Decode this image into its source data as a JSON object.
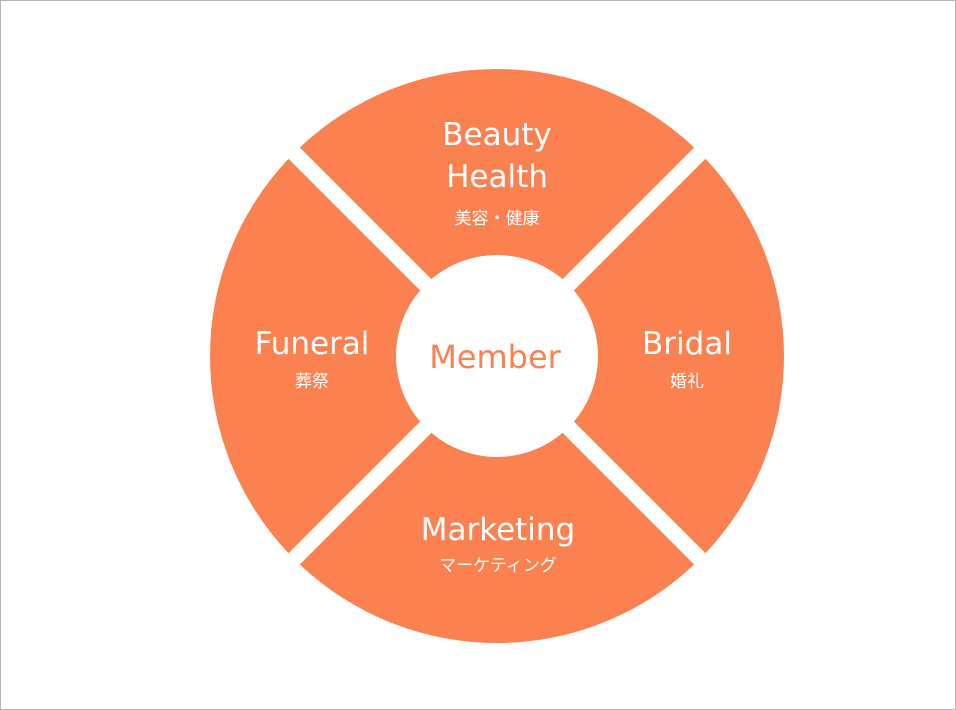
{
  "diagram": {
    "center": {
      "label": "Member"
    },
    "segments": [
      {
        "id": "top",
        "lines": [
          "Beauty",
          "Health"
        ],
        "sub": "美容・健康"
      },
      {
        "id": "right",
        "lines": [
          "Bridal"
        ],
        "sub": "婚礼"
      },
      {
        "id": "bottom",
        "lines": [
          "Marketing"
        ],
        "sub": "マーケティング"
      },
      {
        "id": "left",
        "lines": [
          "Funeral"
        ],
        "sub": "葬祭"
      }
    ],
    "colors": {
      "segment": "#fb8150",
      "center_fill": "#ffffff",
      "frame_border": "#b5b5b5"
    }
  }
}
